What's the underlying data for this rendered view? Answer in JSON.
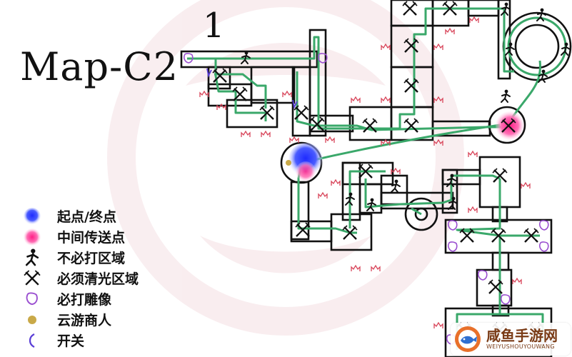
{
  "map": {
    "title": "Map-C2",
    "floor_number": "1"
  },
  "legend": [
    {
      "icon": "blue-orb-icon",
      "label": "起点/终点"
    },
    {
      "icon": "pink-orb-icon",
      "label": "中间传送点"
    },
    {
      "icon": "running-figure-icon",
      "label": "不必打区域"
    },
    {
      "icon": "crossed-swords-icon",
      "label": "必须清光区域"
    },
    {
      "icon": "statue-icon",
      "label": "必打雕像"
    },
    {
      "icon": "merchant-dot-icon",
      "label": "云游商人"
    },
    {
      "icon": "switch-icon",
      "label": "开关"
    }
  ],
  "watermark": {
    "name": "咸鱼手游网",
    "url_text": "WEIYUSHOUYOUWANG"
  },
  "colors": {
    "route": "#3aa86a",
    "wall": "#111111",
    "start_orb": "#2233ff",
    "teleport_orb": "#ff2288",
    "statue": "#9a4fd0",
    "merchant": "#c9a948",
    "switch": "#5a3fd6",
    "spawn_marker": "#d8455a"
  }
}
